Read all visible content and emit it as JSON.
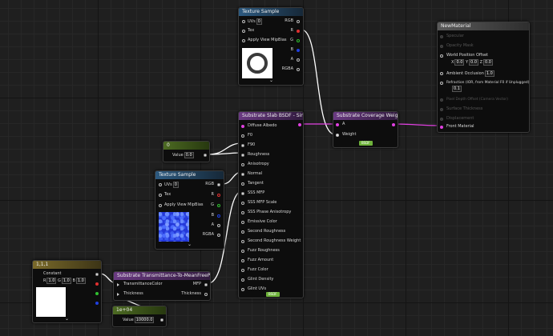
{
  "colors": {
    "accent_purple": "#e040e0",
    "pin_red": "#e03030",
    "pin_green": "#30c030",
    "pin_blue": "#2040e0",
    "badge_green": "#6fb33b"
  },
  "tex_top": {
    "title": "Texture Sample",
    "uvs_label": "UVs",
    "uvs_value": "0",
    "tex_label": "Tex",
    "mip_label": "Apply View MipBias",
    "out_rgb": "RGB",
    "out_r": "R",
    "out_g": "G",
    "out_b": "B",
    "out_a": "A",
    "out_rgba": "RGBA",
    "chevron": "⌄"
  },
  "new_material": {
    "title": "NewMaterial",
    "specular": "Specular",
    "opacity_mask": "Opacity Mask",
    "wpo_label": "World Position Offset",
    "wpo_x_label": "X",
    "wpo_x": "0.0",
    "wpo_y_label": "Y",
    "wpo_y": "0.0",
    "wpo_z_label": "Z",
    "wpo_z": "0.0",
    "ao_label": "Ambient Occlusion",
    "ao_value": "1.0",
    "refraction_label": "Refraction (IOR, from Material F0 if Unplugged)",
    "refraction_value": "0.1",
    "pdo": "Pixel Depth Offset (Camera Vector)",
    "surface_thickness": "Surface Thickness",
    "displacement": "Displacement",
    "front_material": "Front Material"
  },
  "slab": {
    "title": "Substrate Slab BSDF - Single",
    "inputs": [
      "Diffuse Albedo",
      "F0",
      "F90",
      "Roughness",
      "Anisotropy",
      "Normal",
      "Tangent",
      "SSS MFP",
      "SSS MFP Scale",
      "SSS Phase Anisotropy",
      "Emissive Color",
      "Second Roughness",
      "Second Roughness Weight",
      "Fuzz Roughness",
      "Fuzz Amount",
      "Fuzz Color",
      "Glint Density",
      "Glint UVs"
    ],
    "badge": "BSDF"
  },
  "coverage": {
    "title": "Substrate Coverage Weight",
    "input_a": "A",
    "input_weight": "Weight",
    "badge": "BSDF"
  },
  "scalar": {
    "title": "0",
    "value_label": "Value",
    "value": "0.0"
  },
  "tex_mid": {
    "title": "Texture Sample",
    "uvs_label": "UVs",
    "uvs_value": "0",
    "tex_label": "Tex",
    "mip_label": "Apply View MipBias",
    "out_rgb": "RGB",
    "out_r": "R",
    "out_g": "G",
    "out_b": "B",
    "out_a": "A",
    "out_rgba": "RGBA",
    "chevron": "⌄"
  },
  "constant3": {
    "title": "1,1,1",
    "label": "Constant",
    "r_label": "R",
    "r": "1.0",
    "g_label": "G",
    "g": "1.0",
    "b_label": "B",
    "b": "1.0",
    "chevron": "⌄"
  },
  "transmittance": {
    "title": "Substrate Transmittance-To-MeanFreePath",
    "in_color": "TransmittanceColor",
    "in_thickness": "Thickness",
    "out_mfp": "MFP",
    "out_thickness": "Thickness"
  },
  "tenk": {
    "title": "1e+04",
    "value_label": "Value",
    "value": "10000.0"
  }
}
